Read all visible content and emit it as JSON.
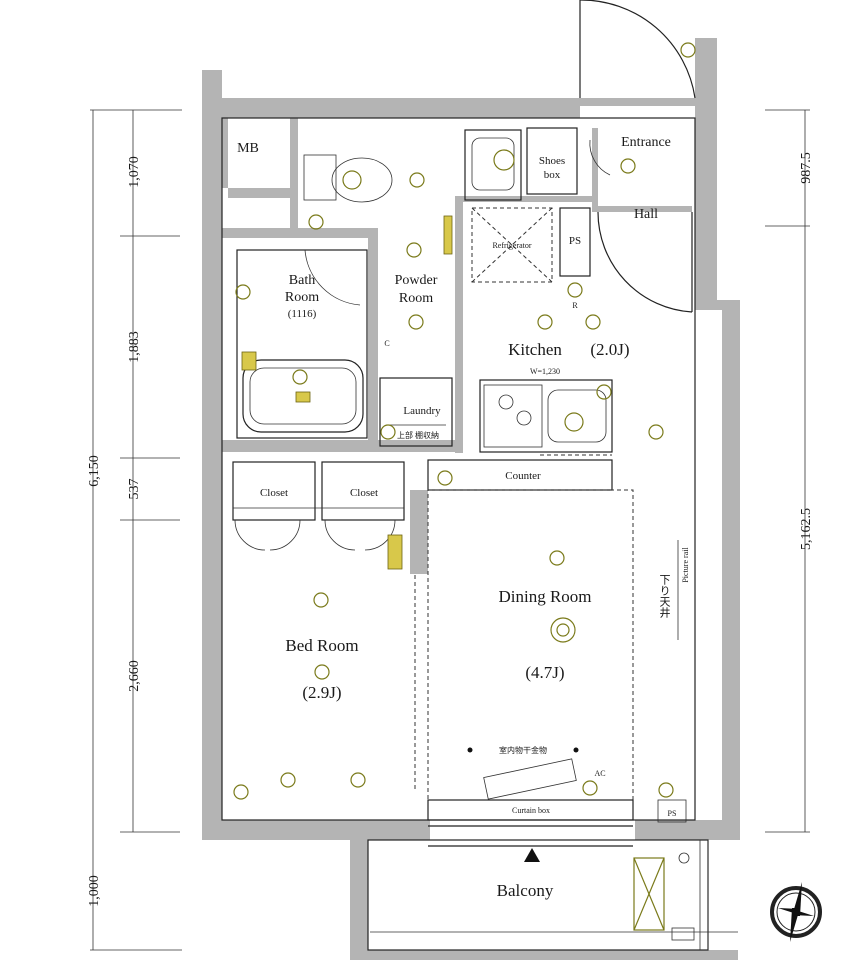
{
  "rooms": {
    "mb": "MB",
    "entrance": "Entrance",
    "shoes_box_line1": "Shoes",
    "shoes_box_line2": "box",
    "hall": "Hall",
    "ps": "PS",
    "ps_lower": "PS",
    "refrigerator": "Refrigerator",
    "bath_line1": "Bath",
    "bath_line2": "Room",
    "bath_size": "(1116)",
    "powder_line1": "Powder",
    "powder_line2": "Room",
    "kitchen": "Kitchen",
    "kitchen_size": "(2.0J)",
    "kitchen_width": "W=1,230",
    "laundry": "Laundry",
    "laundry_jp": "上部\n棚収納",
    "counter": "Counter",
    "closet_left": "Closet",
    "closet_right": "Closet",
    "dining": "Dining Room",
    "dining_size": "(4.7J)",
    "bed": "Bed Room",
    "bed_size": "(2.9J)",
    "indoor_dryer": "室内物干金物",
    "curtain_box": "Curtain box",
    "picture_rail": "Picture rail",
    "lowered_ceiling": "下り天井",
    "balcony": "Balcony",
    "ac": "AC",
    "c_mark": "C",
    "r_mark": "R"
  },
  "dimensions": {
    "left": [
      "1,070",
      "1,883",
      "537",
      "2,660",
      "1,000"
    ],
    "left_total": "6,150",
    "right": [
      "987.5",
      "5,162.5"
    ]
  }
}
